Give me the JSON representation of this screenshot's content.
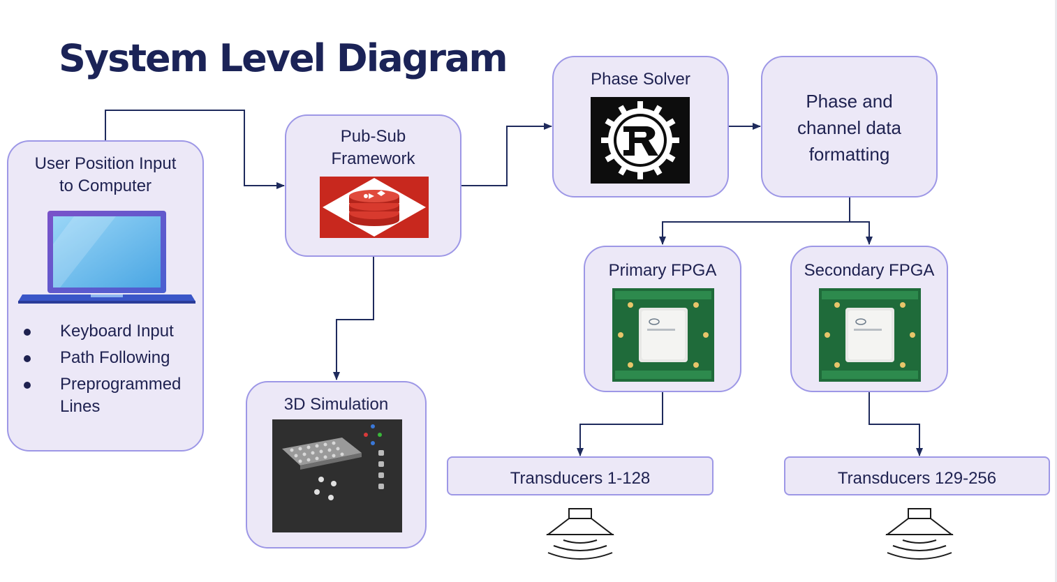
{
  "title": "System Level Diagram",
  "nodes": {
    "user_input": {
      "label": "User Position Input\nto Computer",
      "bullets": [
        "Keyboard Input",
        "Path Following",
        "Preprogrammed\nLines"
      ]
    },
    "pubsub": {
      "label": "Pub-Sub\nFramework"
    },
    "phase_solver": {
      "label": "Phase Solver"
    },
    "formatting": {
      "label": "Phase and\nchannel data\nformatting"
    },
    "primary_fpga": {
      "label": "Primary FPGA"
    },
    "secondary_fpga": {
      "label": "Secondary FPGA"
    },
    "simulation": {
      "label": "3D Simulation"
    },
    "transducers_a": {
      "label": "Transducers 1-128"
    },
    "transducers_b": {
      "label": "Transducers 129-256"
    }
  },
  "colors": {
    "box_fill": "#ece8f7",
    "box_border": "#9d97e6",
    "title": "#1b2357",
    "arrow": "#1e2a5c",
    "redis_red": "#c8281e",
    "pcb_green": "#1f6b3a"
  },
  "icons": [
    "laptop-icon",
    "redis-logo-icon",
    "rust-logo-icon",
    "fpga-board-icon",
    "simulation-render-icon",
    "speaker-icon"
  ]
}
